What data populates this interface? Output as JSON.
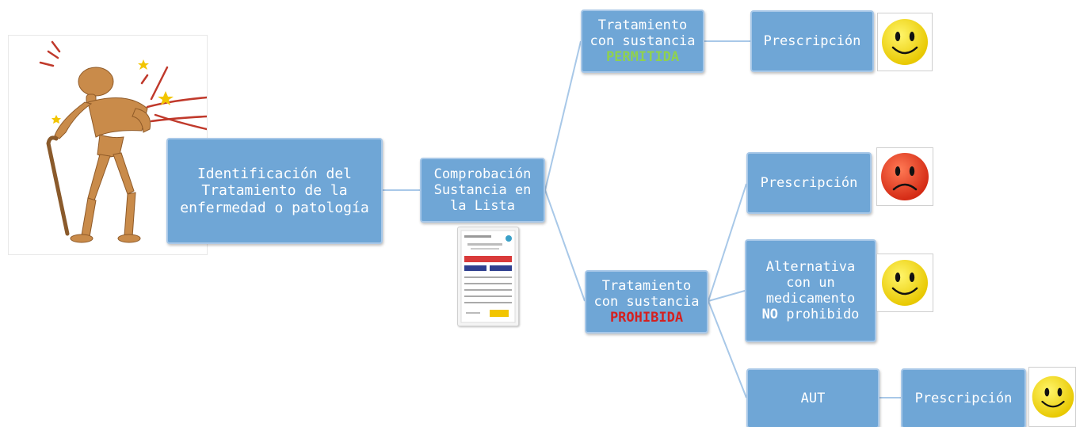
{
  "nodes": {
    "identificacion": {
      "lines": [
        "Identificación del",
        "Tratamiento de la",
        "enfermedad o patología"
      ]
    },
    "comprobacion": {
      "lines": [
        "Comprobación",
        "Sustancia en",
        "la Lista"
      ]
    },
    "permitida": {
      "line1": "Tratamiento",
      "line2": "con sustancia",
      "status": "PERMITIDA"
    },
    "prohibida": {
      "line1": "Tratamiento",
      "line2": "con sustancia",
      "status": "PROHIBIDA"
    },
    "prescripcion_permitida": {
      "label": "Prescripción"
    },
    "prescripcion_prohibida": {
      "label": "Prescripción"
    },
    "alternativa": {
      "line1": "Alternativa",
      "line2": "con un",
      "line3": "medicamento",
      "bold_word": "NO",
      "rest_word": "prohibido"
    },
    "aut": {
      "label": "AUT"
    },
    "prescripcion_aut": {
      "label": "Prescripción"
    }
  },
  "faces": {
    "happy": "smiley-happy-icon",
    "sad": "smiley-sad-icon"
  },
  "colors": {
    "box_fill": "#6fa6d6",
    "connector": "#a8c8e8",
    "permitida": "#8fd14f",
    "prohibida": "#d42020",
    "happy_face": "#f7e21b",
    "sad_face": "#e8412a"
  }
}
